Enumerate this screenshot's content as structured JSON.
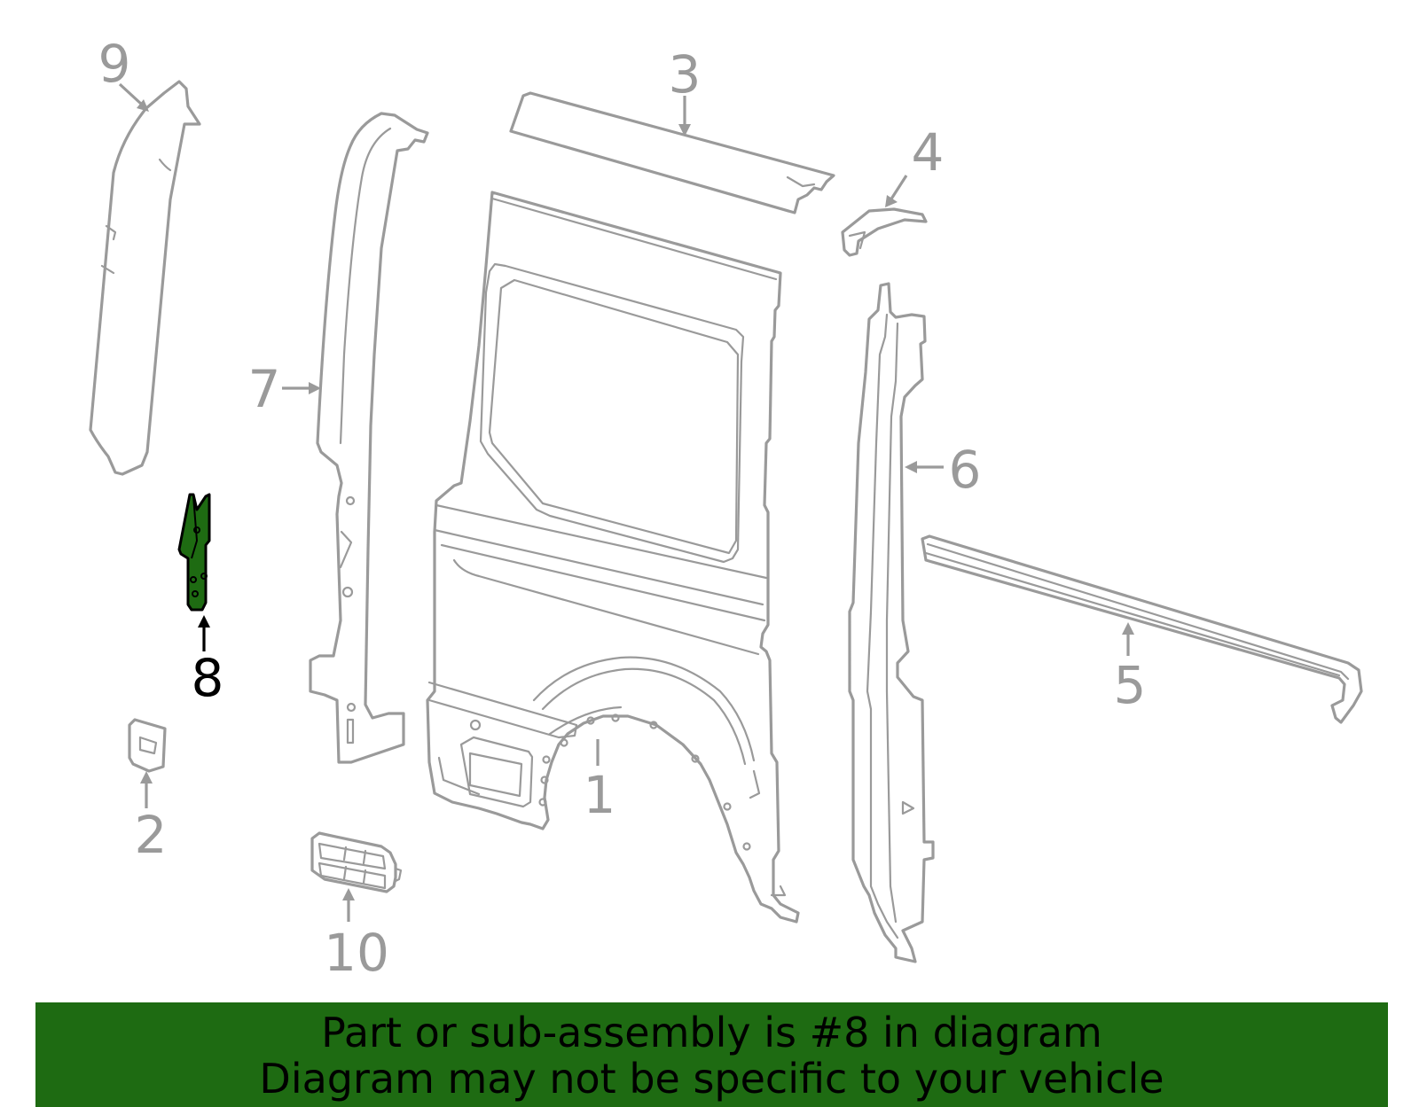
{
  "callouts": [
    {
      "id": "1",
      "label": "1",
      "highlighted": false
    },
    {
      "id": "2",
      "label": "2",
      "highlighted": false
    },
    {
      "id": "3",
      "label": "3",
      "highlighted": false
    },
    {
      "id": "4",
      "label": "4",
      "highlighted": false
    },
    {
      "id": "5",
      "label": "5",
      "highlighted": false
    },
    {
      "id": "6",
      "label": "6",
      "highlighted": false
    },
    {
      "id": "7",
      "label": "7",
      "highlighted": false
    },
    {
      "id": "8",
      "label": "8",
      "highlighted": true
    },
    {
      "id": "9",
      "label": "9",
      "highlighted": false
    },
    {
      "id": "10",
      "label": "10",
      "highlighted": false
    }
  ],
  "banner": {
    "line1": "Part or sub-assembly is #8 in diagram",
    "line2": "Diagram may not be specific to your vehicle"
  },
  "colors": {
    "highlight": "#1e6b12",
    "part_stroke": "#9a9a9a",
    "highlight_stroke": "#000000",
    "background": "#ffffff"
  }
}
